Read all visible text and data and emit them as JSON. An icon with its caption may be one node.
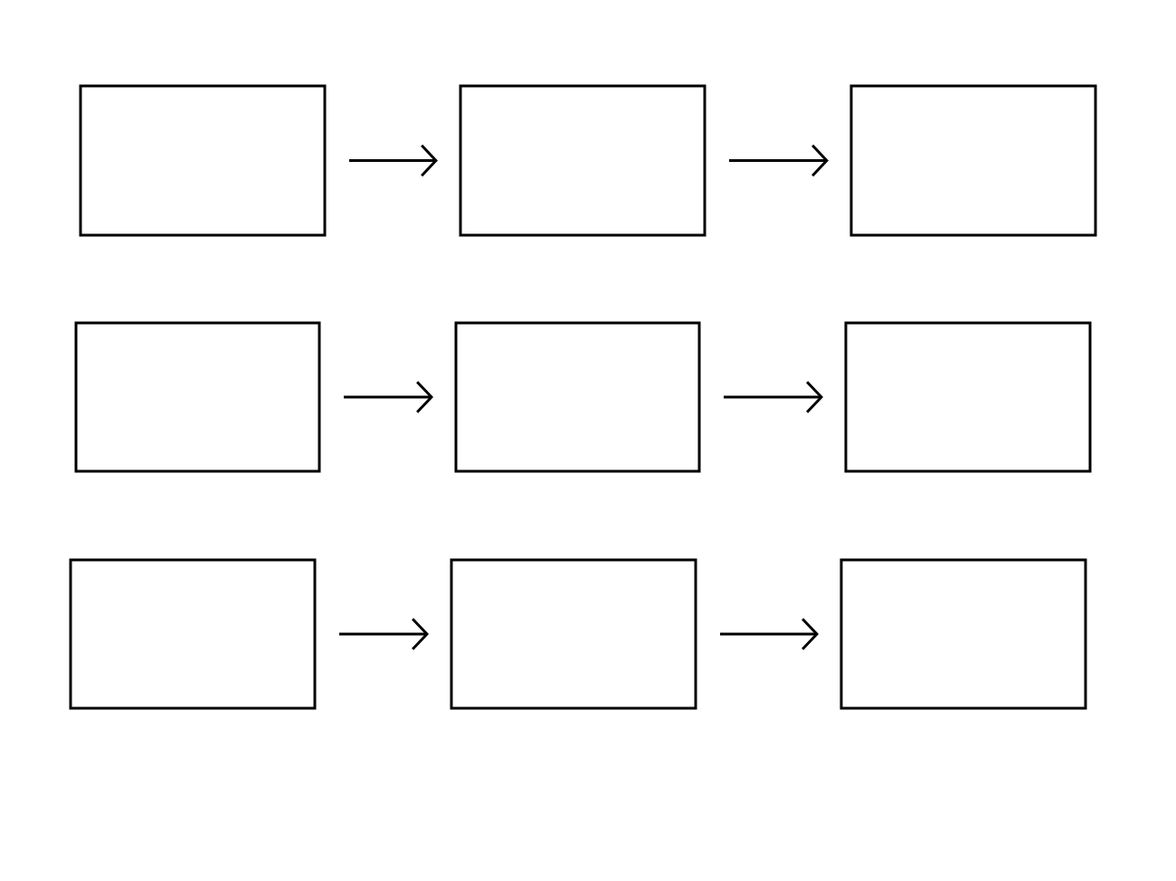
{
  "diagram": {
    "nodes": [
      {
        "text": [],
        "shape": "box"
      },
      {
        "text": [],
        "shape": "box"
      },
      {
        "text": [],
        "shape": "box"
      },
      {
        "text": [],
        "shape": "box"
      },
      {
        "text": [],
        "shape": "box"
      },
      {
        "text": [],
        "shape": "box"
      },
      {
        "text": [],
        "shape": "box"
      },
      {
        "text": [],
        "shape": "box"
      },
      {
        "text": [],
        "shape": "box"
      }
    ],
    "edges": [
      {
        "from": 0,
        "to": 1,
        "arrow": "to"
      },
      {
        "from": 1,
        "to": 2,
        "arrow": "to"
      },
      {
        "from": 3,
        "to": 4,
        "arrow": "to"
      },
      {
        "from": 4,
        "to": 5,
        "arrow": "to"
      },
      {
        "from": 6,
        "to": 7,
        "arrow": "to"
      },
      {
        "from": 7,
        "to": 8,
        "arrow": "to"
      }
    ]
  }
}
